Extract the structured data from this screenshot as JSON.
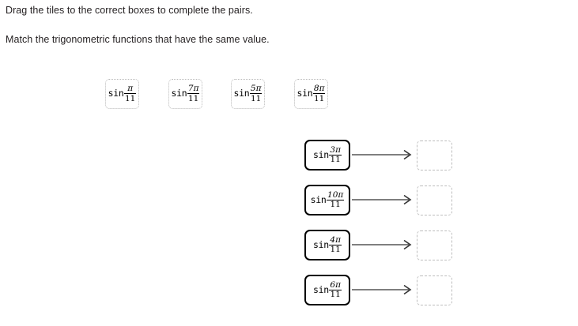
{
  "instructions": {
    "line1": "Drag the tiles to the correct boxes to complete the pairs.",
    "line2": "Match the trigonometric functions that have the same value."
  },
  "colors": {
    "text": "#231f20",
    "tile_border": "#b9b9b9",
    "prompt_border": "#000000",
    "drop_border": "#bdbdbd",
    "arrow": "#333333",
    "background": "#ffffff"
  },
  "tiles": [
    {
      "fn": "sin",
      "numerator": "π",
      "denominator": "11",
      "text": "sin π/11"
    },
    {
      "fn": "sin",
      "numerator": "7π",
      "denominator": "11",
      "text": "sin 7π/11"
    },
    {
      "fn": "sin",
      "numerator": "5π",
      "denominator": "11",
      "text": "sin 5π/11"
    },
    {
      "fn": "sin",
      "numerator": "8π",
      "denominator": "11",
      "text": "sin 8π/11"
    }
  ],
  "match_rows": [
    {
      "prompt": {
        "fn": "sin",
        "numerator": "3π",
        "denominator": "11",
        "text": "sin 3π/11"
      },
      "arrow_icon": "arrow-right-icon",
      "answer": ""
    },
    {
      "prompt": {
        "fn": "sin",
        "numerator": "10π",
        "denominator": "11",
        "text": "sin 10π/11"
      },
      "arrow_icon": "arrow-right-icon",
      "answer": ""
    },
    {
      "prompt": {
        "fn": "sin",
        "numerator": "4π",
        "denominator": "11",
        "text": "sin 4π/11"
      },
      "arrow_icon": "arrow-right-icon",
      "answer": ""
    },
    {
      "prompt": {
        "fn": "sin",
        "numerator": "6π",
        "denominator": "11",
        "text": "sin 6π/11"
      },
      "arrow_icon": "arrow-right-icon",
      "answer": ""
    }
  ]
}
